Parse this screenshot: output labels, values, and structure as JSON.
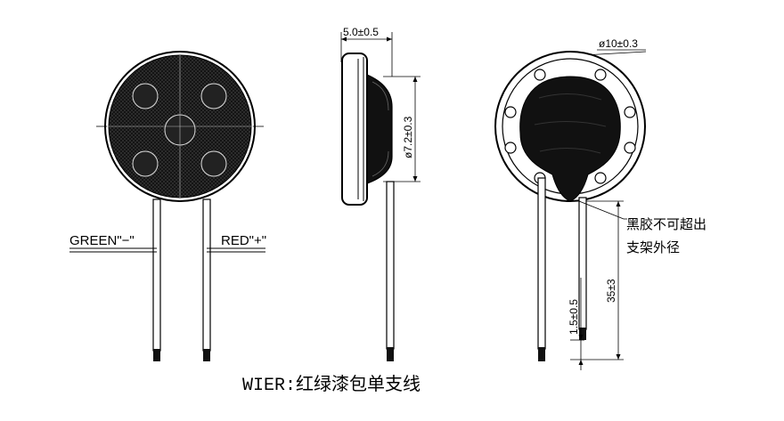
{
  "front_view": {
    "wire_left_label": "GREEN\"−\"",
    "wire_right_label": "RED\"+\""
  },
  "side_view": {
    "thickness_dim": "5.0±0.5",
    "inner_diameter_dim": "ø7.2±0.3"
  },
  "back_view": {
    "outer_diameter_dim": "ø10±0.3",
    "note_line1": "黑胶不可超出",
    "note_line2": "支架外径",
    "strip_length_dim": "1.5±0.5",
    "wire_length_dim": "35±3"
  },
  "caption": "WIER:红绿漆包单支线",
  "colors": {
    "line": "#000000",
    "fill_dark": "#1a1a1a",
    "background": "#ffffff"
  }
}
